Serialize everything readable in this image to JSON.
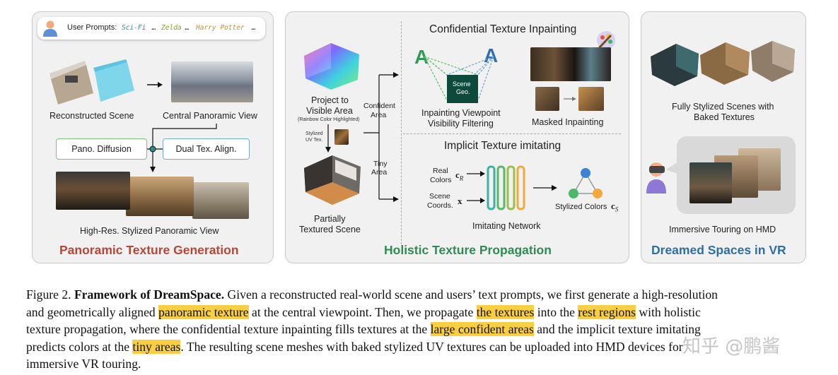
{
  "colors": {
    "panel1_title": "#b5473a",
    "panel2_title": "#2f8a55",
    "panel3_title": "#2e6ea3",
    "highlight": "#f8cf42",
    "prompt_scifi": "#2f8f8f",
    "prompt_zelda": "#8aa12a",
    "prompt_hp": "#c7902a"
  },
  "panel1": {
    "prompt_label": "User Prompts:",
    "prompt_scifi": "Sci-Fi",
    "prompt_sep1": "…",
    "prompt_zelda": "Zelda",
    "prompt_sep2": "…",
    "prompt_hp": "Harry Potter",
    "prompt_sep3": "…",
    "reconstructed_scene": "Reconstructed Scene",
    "central_panoramic_view": "Central Panoramic View",
    "pano_diffusion": "Pano. Diffusion",
    "dual_tex_align": "Dual Tex. Align.",
    "high_res_view": "High-Res. Stylized Panoramic View",
    "title": "Panoramic Texture Generation"
  },
  "panel2": {
    "project_label_1": "Project to",
    "project_label_2": "Visible Area",
    "project_note": "(Rainbow Color Highlighted)",
    "stylized_uv_1": "Stylized",
    "stylized_uv_2": "UV Tex.",
    "partially_1": "Partially",
    "partially_2": "Textured Scene",
    "confident_area_1": "Confident",
    "confident_area_2": "Area",
    "tiny_area_1": "Tiny",
    "tiny_area_2": "Area",
    "inpainting_title": "Confidential Texture Inpainting",
    "scene_geo_1": "Scene",
    "scene_geo_2": "Geo.",
    "viewpoint_filter_1": "Inpainting Viewpoint",
    "viewpoint_filter_2": "Visibility Filtering",
    "masked_inpainting": "Masked Inpainting",
    "imitating_title": "Implicit Texture imitating",
    "real_colors_1": "Real",
    "real_colors_2": "Colors",
    "cr_symbol": "c",
    "cr_sub": "R",
    "scene_coords_1": "Scene",
    "scene_coords_2": "Coords.",
    "x_symbol": "x",
    "imitating_network": "Imitating Network",
    "stylized_colors": "Stylized Colors",
    "cs_symbol": "c",
    "cs_sub": "S",
    "title": "Holistic Texture Propagation"
  },
  "panel3": {
    "fully_stylized_1": "Fully Stylized Scenes with",
    "fully_stylized_2": "Baked Textures",
    "immersive_touring": "Immersive Touring on HMD",
    "title": "Dreamed Spaces in VR"
  },
  "caption": {
    "l1_a": "Figure 2. ",
    "l1_b": "Framework of DreamSpace.",
    "l1_c": " Given a reconstructed real-world scene and users’ text prompts, we first generate a high-resolution",
    "l2_a": "and geometrically aligned ",
    "l2_h1": "panoramic texture",
    "l2_b": " at the central viewpoint.  Then, we propagate ",
    "l2_h2": "the textures",
    "l2_c": " into the ",
    "l2_h3": "rest regions",
    "l2_d": " with holistic",
    "l3_a": "texture propagation, where the confidential texture inpainting fills textures at the ",
    "l3_h1": "large confident areas",
    "l3_b": " and the implicit texture imitating",
    "l4_a": "predicts colors at the ",
    "l4_h1": "tiny areas",
    "l4_b": ".  The resulting scene meshes with baked stylized UV textures can be uploaded into HMD devices for",
    "l5_a": "immersive VR touring."
  },
  "watermark": "知乎 @鹏酱"
}
